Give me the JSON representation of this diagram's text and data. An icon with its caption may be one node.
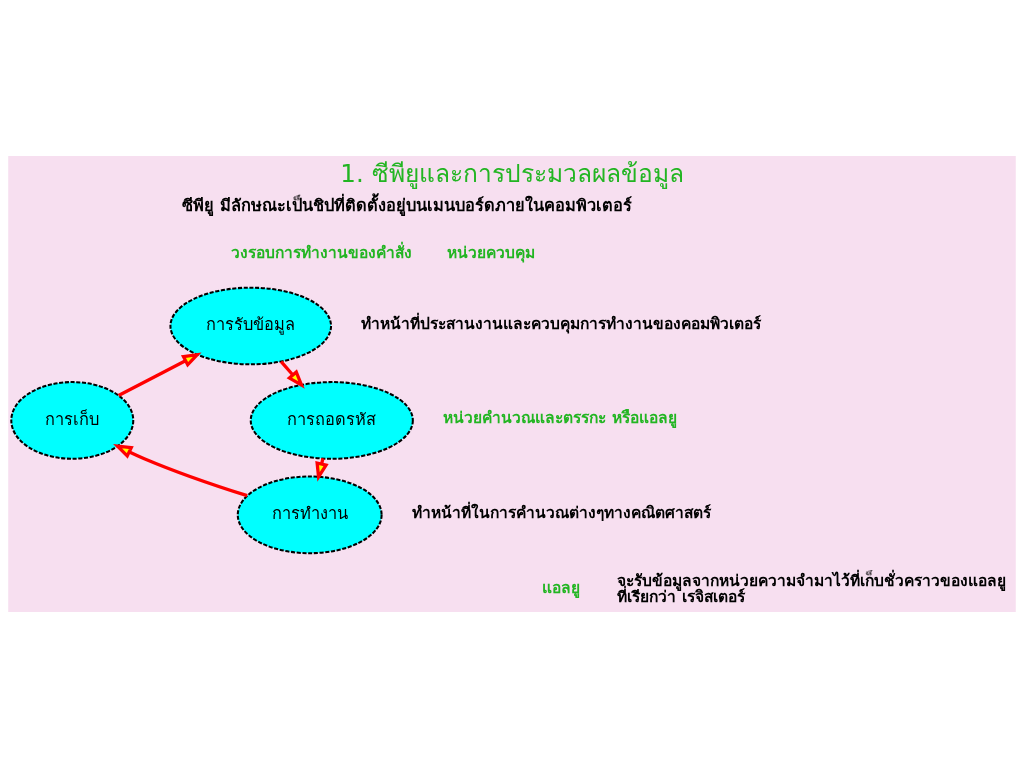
{
  "diagram": {
    "title": "1. ซีพียูและการประมวลผลข้อมูล",
    "nodes": [
      {
        "text": [
          "การรับข้อมูล"
        ]
      },
      {
        "text": [
          "การเก็บ"
        ]
      },
      {
        "text": [
          "การถอดรหัส"
        ]
      },
      {
        "text": [
          "การทำงาน"
        ]
      }
    ],
    "edges": [
      {
        "from": 0,
        "to": 2,
        "arrow": "to"
      },
      {
        "from": 2,
        "to": 3,
        "arrow": "to"
      },
      {
        "from": 3,
        "to": 1,
        "arrow": "to"
      },
      {
        "from": 1,
        "to": 0,
        "arrow": "to"
      }
    ],
    "labels": [
      "ซีพียู มีลักษณะเป็นชิปที่ติดตั้งอยู่บนเมนบอร์ดภายในคอมพิวเตอร์",
      "วงรอบการทำงานของคำสั่ง",
      "หน่วยควบคุม",
      "ทำหน้าที่ประสานงานและควบคุมการทำงานของคอมพิวเตอร์",
      "หน่วยคำนวณและตรรกะ หรือแอลยู",
      "ทำหน้าที่ในการคำนวณต่างๆทางคณิตศาสตร์",
      "แอลยู",
      "จะรับข้อมูลจากหน่วยความจำมาไว้ที่เก็บชั่วคราวของแอลยู ที่เรียกว่า เรจิสเตอร์"
    ]
  }
}
